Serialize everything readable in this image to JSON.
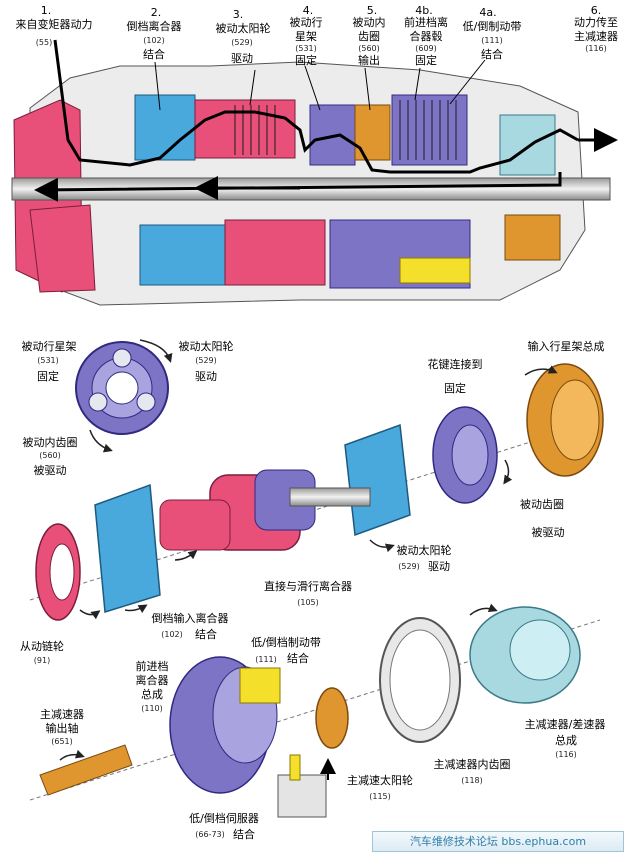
{
  "labels": {
    "t1_step": "1.",
    "t1_name": "来自变矩器动力",
    "t1_num": "(55)",
    "t2_step": "2.",
    "t2_name": "倒档离合器",
    "t2_num": "(102)",
    "t2_action": "结合",
    "t3_step": "3.",
    "t3_name": "被动太阳轮",
    "t3_num": "(529)",
    "t3_action": "驱动",
    "t4_step": "4.",
    "t4_name_1": "被动行",
    "t4_name_2": "星架",
    "t4_num": "(531)",
    "t4_action": "固定",
    "t5_step": "5.",
    "t5_name_1": "被动内",
    "t5_name_2": "齿圈",
    "t5_num": "(560)",
    "t5_action": "输出",
    "t4b_step": "4b.",
    "t4b_name_1": "前进档离",
    "t4b_name_2": "合器毂",
    "t4b_num": "(609)",
    "t4b_action": "固定",
    "t4a_step": "4a.",
    "t4a_name": "低/倒制动带",
    "t4a_num": "(111)",
    "t4a_action": "结合",
    "t6_step": "6.",
    "t6_name_1": "动力传至",
    "t6_name_2": "主减速器",
    "t6_num": "(116)",
    "m_carrier": "被动行星架",
    "m_carrier_num": "(531)",
    "m_carrier_action": "固定",
    "m_sun": "被动太阳轮",
    "m_sun_num": "(529)",
    "m_sun_action": "驱动",
    "m_ring": "被动内齿圈",
    "m_ring_num": "(560)",
    "m_ring_action": "被驱动",
    "m_spline_1": "花键连接到",
    "m_spline_2": "固定",
    "m_input_carrier": "输入行星架总成",
    "m_driven_ring": "被动齿圈",
    "m_driven_ring_action": "被驱动",
    "m_sun2": "被动太阳轮",
    "m_sun2_num": "(529)",
    "m_sun2_action": "驱动",
    "m_direct_clutch": "直接与滑行离合器",
    "m_direct_clutch_num": "(105)",
    "m_rev_clutch": "倒档输入离合器",
    "m_rev_clutch_num": "(102)",
    "m_rev_clutch_action": "结合",
    "m_sprocket": "从动链轮",
    "m_sprocket_num": "(91)",
    "b_band": "低/倒档制动带",
    "b_band_num": "(111)",
    "b_band_action": "结合",
    "b_fwd_1": "前进档",
    "b_fwd_2": "离合器",
    "b_fwd_3": "总成",
    "b_fwd_num": "(110)",
    "b_out_1": "主减速器",
    "b_out_2": "输出轴",
    "b_out_num": "(651)",
    "b_fd_sun": "主减速太阳轮",
    "b_fd_sun_num": "(115)",
    "b_fd_ring": "主减速器内齿圈",
    "b_fd_ring_num": "(118)",
    "b_diff_1": "主减速器/差速器",
    "b_diff_2": "总成",
    "b_diff_num": "(116)",
    "b_servo": "低/倒档伺服器",
    "b_servo_num": "(66-73)",
    "b_servo_action": "结合",
    "footer": "汽车维修技术论坛 bbs.ephua.com"
  },
  "colors": {
    "pink": "#e8507a",
    "blue": "#49a8dc",
    "purple": "#7d74c6",
    "orange": "#e0962e",
    "yellow": "#f4df2a",
    "gray": "#cfcfcf",
    "teal": "#a8d8e0"
  }
}
